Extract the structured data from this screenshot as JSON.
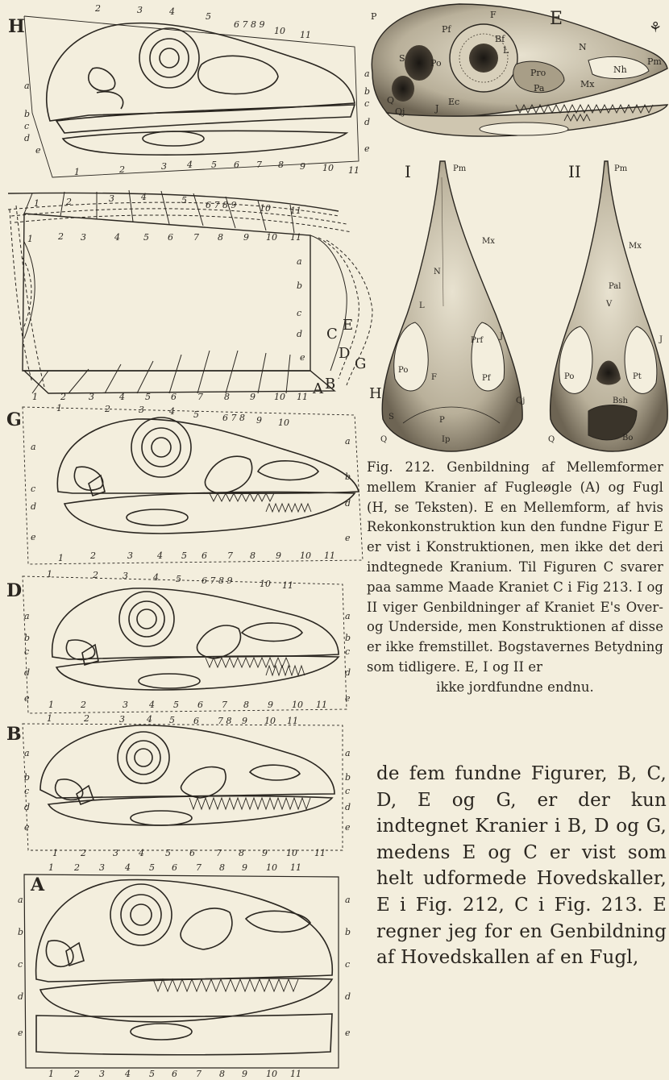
{
  "figure": {
    "panels": {
      "H": {
        "label": "H"
      },
      "C": {
        "label": "C"
      },
      "G": {
        "label": "G"
      },
      "D": {
        "label": "D"
      },
      "B": {
        "label": "B"
      },
      "A": {
        "label": "A"
      },
      "E": {
        "label": "E"
      },
      "I": {
        "label": "I"
      },
      "II": {
        "label": "II"
      }
    },
    "grid_numbers": [
      "1",
      "2",
      "3",
      "4",
      "5",
      "6",
      "7",
      "8",
      "9",
      "10",
      "11"
    ],
    "grid_letters": [
      "a",
      "b",
      "c",
      "d",
      "e"
    ],
    "skull_E_labels": [
      "P",
      "Pf",
      "F",
      "E",
      "Bf",
      "L",
      "N",
      "Pm",
      "S",
      "Po",
      "Pro",
      "Nh",
      "Mx",
      "Pa",
      "Q",
      "Qj",
      "J",
      "Ec"
    ],
    "skull_I_labels": [
      "Pm",
      "Mx",
      "N",
      "L",
      "Prf",
      "J",
      "Po",
      "F",
      "Pf",
      "Qj",
      "S",
      "P",
      "Q",
      "Ip"
    ],
    "skull_II_labels": [
      "Pm",
      "Mx",
      "Pal",
      "V",
      "J",
      "Pt",
      "Po",
      "Bsh",
      "Q",
      "Bo"
    ],
    "compass_rows": [
      "B",
      "D",
      "G"
    ],
    "caption": "Fig. 212. Genbildning af Mellemformer mellem Kranier af Fugleøgle (A) og Fugl (H, se Teksten). E en Mellemform, af hvis Rekonkonstruktion kun den fundne Figur E er vist i Konstruktionen, men ikke det deri indtegnede Kranium. Til Figuren C svarer paa samme Maade Kraniet C i Fig 213. I og II viger Genbildninger af Kraniet E's Over- og Underside, men Konstruktionen af disse er ikke fremstillet. Bogstavernes Betydning som tidligere. E, I og II er",
    "caption_last": "ikke jordfundne endnu."
  },
  "body": {
    "text": "de fem fundne Figurer, B, C, D, E og G, er der kun indtegnet Kranier i B, D og G, medens E og C er vist som helt udformede Hovedskaller, E i Fig. 212, C i Fig. 213. E regner jeg for en Genbildning af Hovedskallen af en Fugl,"
  }
}
